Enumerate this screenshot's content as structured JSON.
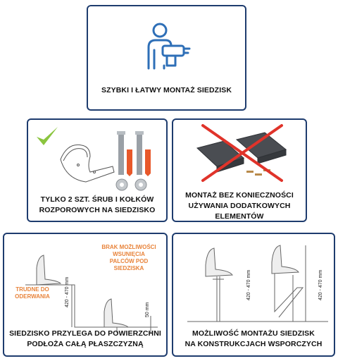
{
  "cards": {
    "top": {
      "caption": "SZYBKI I ŁATWY MONTAŻ SIEDZISK"
    },
    "screws": {
      "caption_line1": "TYLKO 2 SZT. ŚRUB I KOŁKÓW",
      "caption_line2": "ROZPOROWYCH NA SIEDZISKO"
    },
    "no_extra": {
      "caption_line1": "MONTAŻ BEZ KONIECZNOŚCI",
      "caption_line2": "UŻYWANIA DODATKOWYCH",
      "caption_line3": "ELEMENTÓW"
    },
    "surface": {
      "caption_line1": "SIEDZISKO PRZYLEGA DO POWIERZCHNI",
      "caption_line2": "PODŁOŻA CAŁĄ PŁASZCZYZNĄ",
      "note_fingers_1": "BRAK MOŻLIWOŚCI",
      "note_fingers_2": "WSUNIĘCIA",
      "note_fingers_3": "PALCÓW POD SIEDZISKA",
      "note_tear_1": "TRUDNE DO",
      "note_tear_2": "ODERWANIA",
      "dim_height": "420 - 470 mm",
      "dim_step": "50 mm"
    },
    "structures": {
      "caption_line1": "MOŻLIWOŚĆ MONTAŻU SIEDZISK",
      "caption_line2": "NA KONSTRUKCJACH WSPORCZYCH",
      "dim_left": "420 - 470 mm",
      "dim_right": "420 - 470 mm"
    }
  },
  "icons": {
    "installer": "worker-with-drill-icon",
    "check": "green-checkmark-icon",
    "cross": "red-cross-icon"
  },
  "colors": {
    "border": "#1e3c6e",
    "icon_blue": "#2e6fb7",
    "check_green": "#8bc53f",
    "cross_red": "#e0332a",
    "note_orange": "#e8833a"
  }
}
